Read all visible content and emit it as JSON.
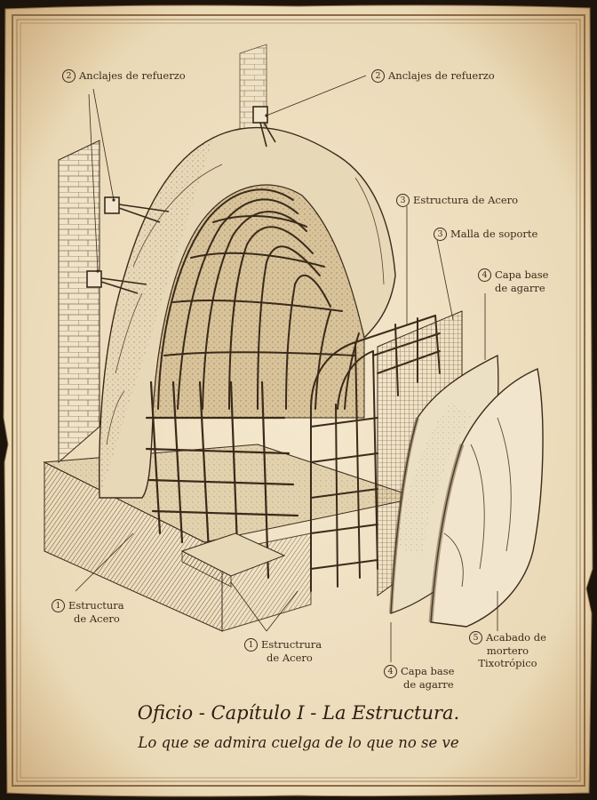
{
  "palette": {
    "paper": "#f1e4c8",
    "ink": "#3a2a1a",
    "border": "#8a6a45",
    "stone": "#e7d8b8",
    "shadow": "#b89e76",
    "rebar": "#5a4630"
  },
  "labels": {
    "anclajes_left": {
      "num": "2",
      "text": "Anclajes de refuerzo"
    },
    "anclajes_right": {
      "num": "2",
      "text": "Anclajes de refuerzo"
    },
    "estructura_acero_top": {
      "num": "3",
      "text": "Estructura de Acero"
    },
    "malla": {
      "num": "3",
      "text": "Malla de soporte"
    },
    "capa_top": {
      "num": "4",
      "line1": "Capa base",
      "line2": "de agarre"
    },
    "estructura_left": {
      "num": "1",
      "line1": "Estructura",
      "line2": "de Acero"
    },
    "estructura_bottom": {
      "num": "1",
      "line1": "Estructrura",
      "line2": "de Acero"
    },
    "capa_bottom": {
      "num": "4",
      "line1": "Capa base",
      "line2": "de agarre"
    },
    "acabado": {
      "num": "5",
      "line1": "Acabado de",
      "line2": "mortero",
      "line3": "Tixotrópico"
    }
  },
  "title": "Oficio - Capítulo I - La Estructura.",
  "subtitle": "Lo que se admira cuelga de lo que no se ve"
}
